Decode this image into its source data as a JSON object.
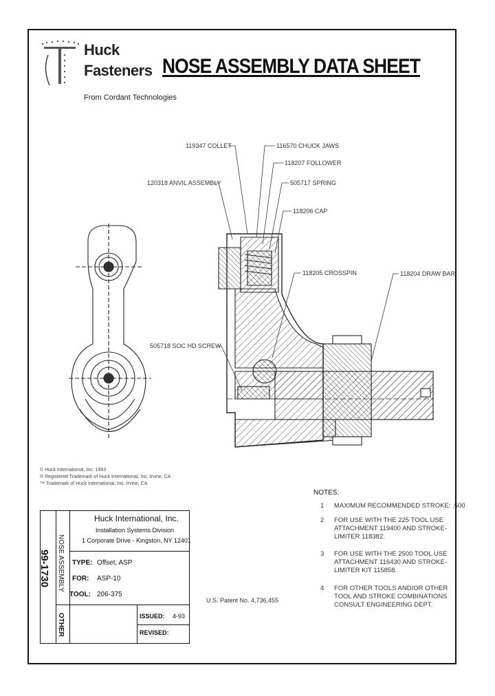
{
  "logo": {
    "line1": "Huck",
    "line2": "Fasteners",
    "tagline": "From Cordant Technologies"
  },
  "title": "NOSE ASSEMBLY DATA SHEET",
  "callouts": {
    "collet": "119347 COLLET",
    "chuck_jaws": "116570 CHUCK JAWS",
    "follower": "118207 FOLLOWER",
    "anvil": "120318 ANVIL ASSEMBLY",
    "spring": "505717 SPRING",
    "cap": "118206 CAP",
    "crosspin": "118205 CROSSPIN",
    "draw_bar": "118204 DRAW BAR",
    "screw": "505718 SOC HD SCREW"
  },
  "trademarks": [
    "© Huck International, Inc. 1993",
    "® Registered Trademark of Huck International, Inc. Irvine, CA",
    "™ Trademark of Huck International, Inc. Irvine, CA"
  ],
  "notes": {
    "heading": "NOTES:",
    "items": [
      {
        "num": "1",
        "lines": [
          "MAXIMUM RECOMMENDED STROKE: .500"
        ]
      },
      {
        "num": "2",
        "lines": [
          "FOR USE WITH THE 225 TOOL USE",
          "ATTACHMENT 119400 AND STROKE-",
          "LIMITER 118382."
        ]
      },
      {
        "num": "3",
        "lines": [
          "FOR USE WITH THE 2500 TOOL USE",
          "ATTACHMENT 116430 AND STROKE-",
          "LIMITER KIT 115858."
        ]
      },
      {
        "num": "4",
        "lines": [
          "FOR OTHER TOOLS AND/OR OTHER",
          "TOOL AND STROKE COMBINATIONS",
          "CONSULT ENGINEERING DEPT."
        ]
      }
    ]
  },
  "patent": "U.S. Patent No. 4,736,455",
  "title_block": {
    "doc_number": "99-1730",
    "category": "NOSE ASSEMBLY",
    "other": "OTHER",
    "company": "Huck International, Inc.",
    "division": "Installation Systems Division",
    "address": "1 Corporate Drive - Kingston, NY 12401",
    "type_label": "TYPE:",
    "type_value": "Offset, ASP",
    "for_label": "FOR:",
    "for_value": "ASP-10",
    "tool_label": "TOOL:",
    "tool_value": "206-375",
    "issued_label": "ISSUED:",
    "issued_value": "4-93",
    "revised_label": "REVISED:",
    "revised_value": ""
  }
}
